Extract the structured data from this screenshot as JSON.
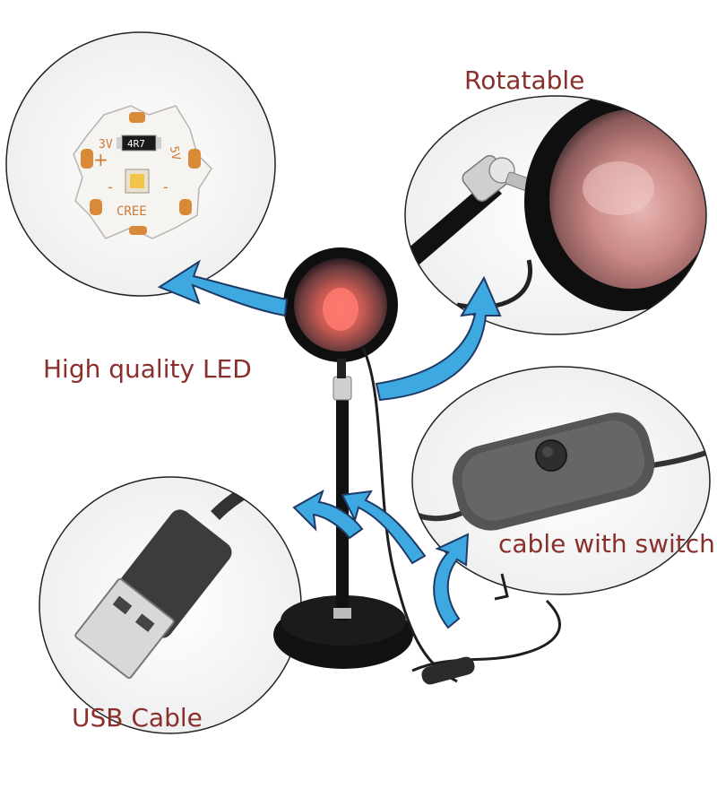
{
  "labels": {
    "led": "High quality LED",
    "rotatable": "Rotatable",
    "switch": "cable with switch",
    "usb": "USB Cable"
  },
  "pcb": {
    "voltage_left": "3V",
    "voltage_right": "5V",
    "resistor_code": "4R7",
    "plus": "+",
    "minus_left": "-",
    "minus_right": "-",
    "brand": "CREE"
  },
  "colors": {
    "label_text": "#8a2f2b",
    "arrow_fill": "#3ea8e0",
    "arrow_stroke": "#1f3a66",
    "lens_glow": "#d9675f",
    "lamp_black": "#141414",
    "pcb_white": "#f4f2ef",
    "pcb_pad": "#d88a3a"
  }
}
